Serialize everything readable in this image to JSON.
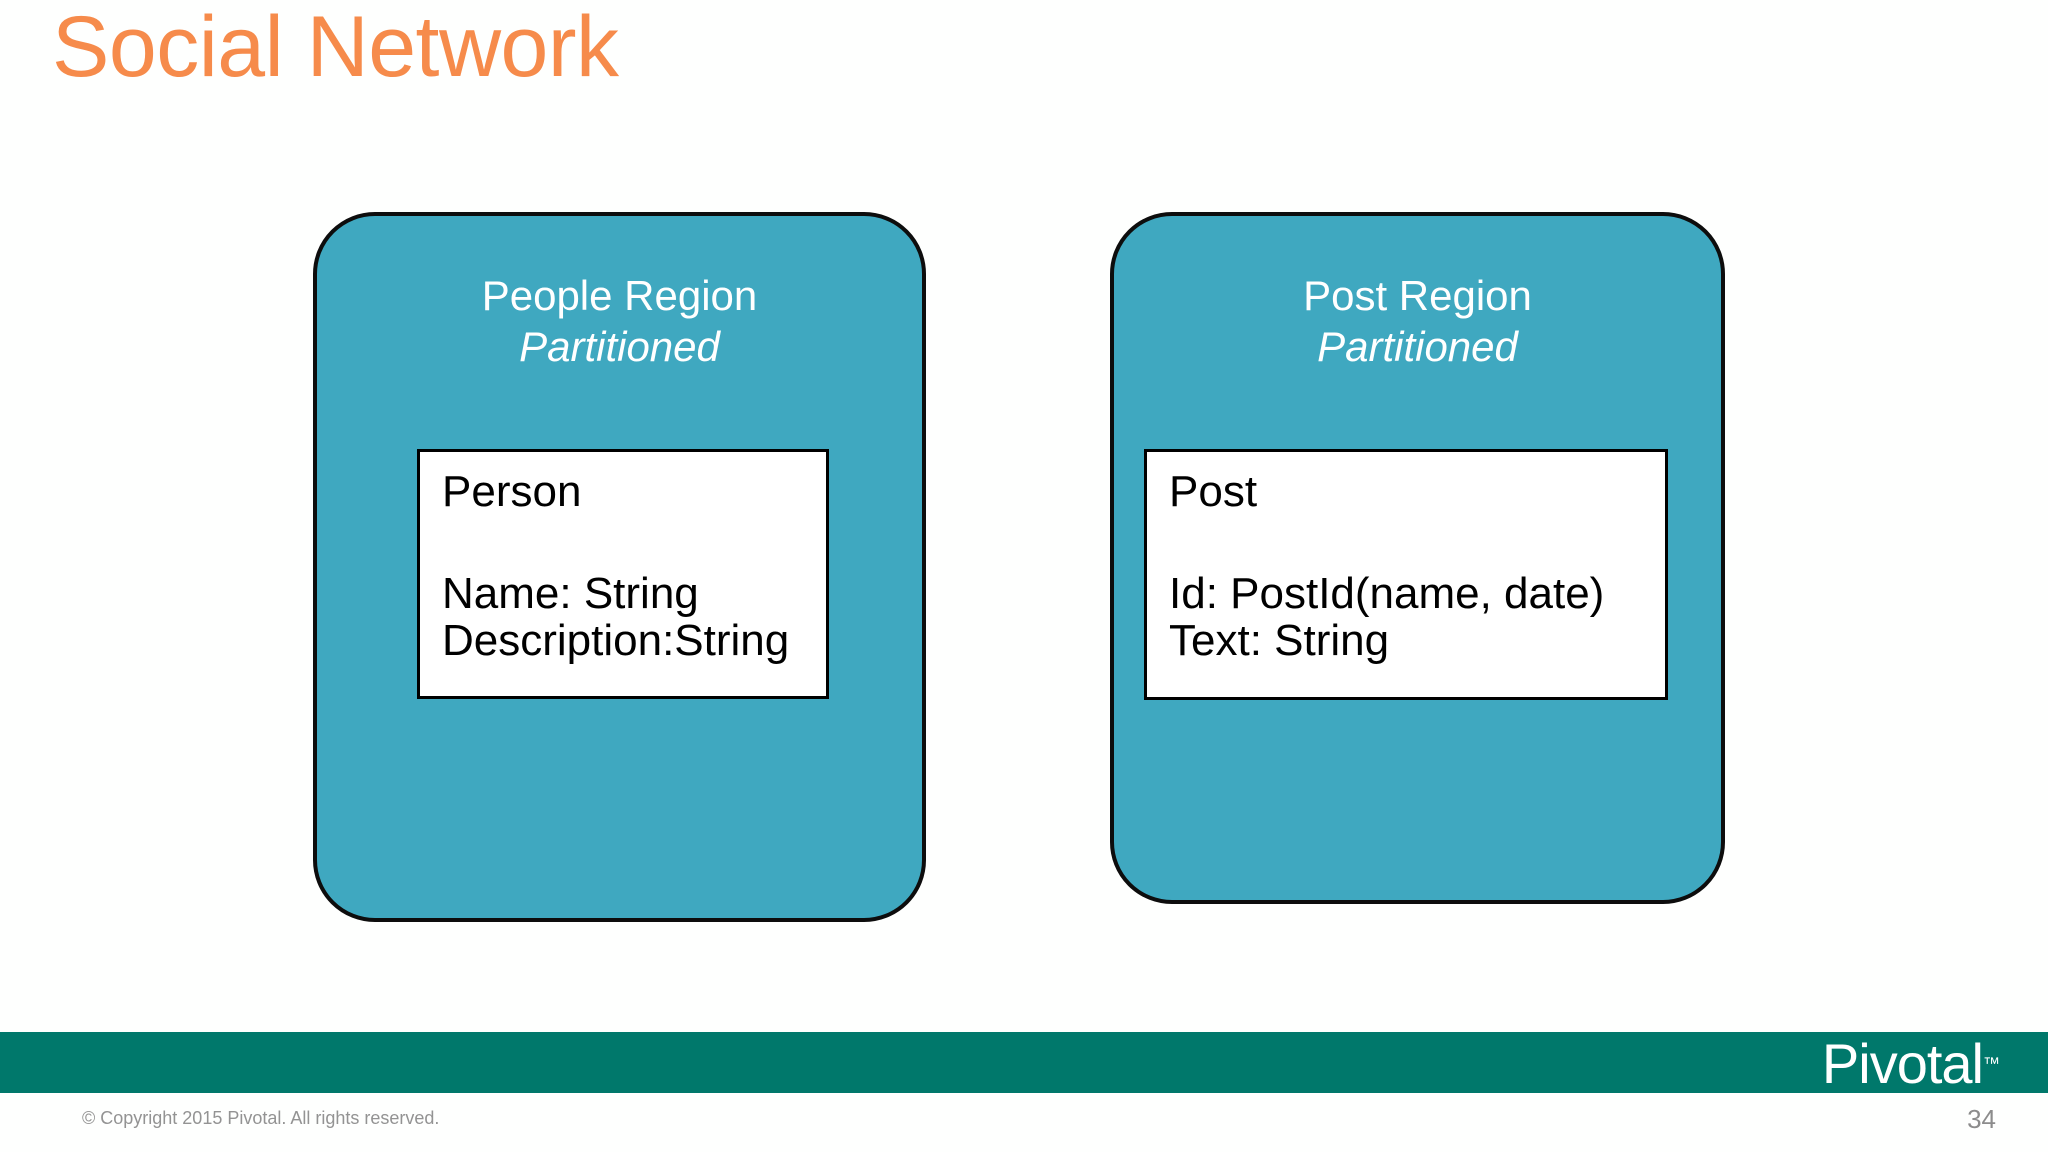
{
  "slide": {
    "title": "Social Network",
    "number": "34",
    "title_color": "#F68B4B",
    "background_color": "#FEFFFE"
  },
  "regions": [
    {
      "id": "people-region",
      "name": "People Region",
      "type": "Partitioned",
      "fill_color": "#3FA8C0",
      "border_color": "#0D0D0D",
      "entity": {
        "id": "person",
        "title": "Person",
        "fields": [
          "Name: String",
          "Description:String"
        ]
      }
    },
    {
      "id": "post-region",
      "name": "Post Region",
      "type": "Partitioned",
      "fill_color": "#3FA8C0",
      "border_color": "#0D0D0D",
      "entity": {
        "id": "post",
        "title": "Post",
        "fields": [
          "Id: PostId(name, date)",
          "Text: String"
        ]
      }
    }
  ],
  "footer": {
    "bar_color": "#00786B",
    "brand": "Pivotal",
    "brand_trademark": "™",
    "copyright": "© Copyright 2015 Pivotal. All rights reserved."
  }
}
